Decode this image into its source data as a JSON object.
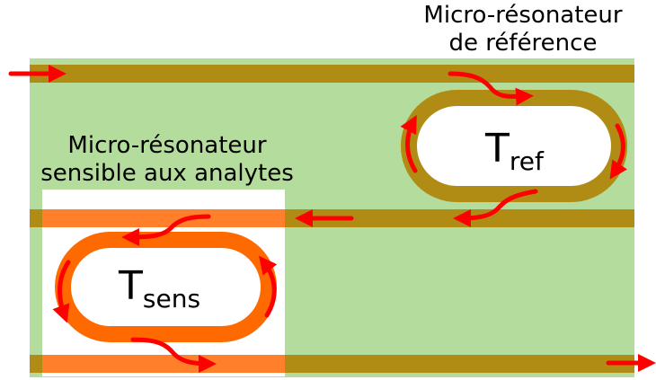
{
  "labels": {
    "ref_title_line1": "Micro-résonateur",
    "ref_title_line2": "de référence",
    "sens_title_line1": "Micro-résonateur",
    "sens_title_line2": "sensible aux analytes",
    "ref_symbol_main": "T",
    "ref_symbol_sub": "ref",
    "sens_symbol_main": "T",
    "sens_symbol_sub": "sens"
  },
  "colors": {
    "substrate": "#b4dc9c",
    "waveguide": "#b08c14",
    "sensing_window": "#ffffff",
    "sensing_waveguide": "#ff7f2a",
    "sensing_ring": "#ff6a00",
    "arrow": "#ff0000"
  }
}
